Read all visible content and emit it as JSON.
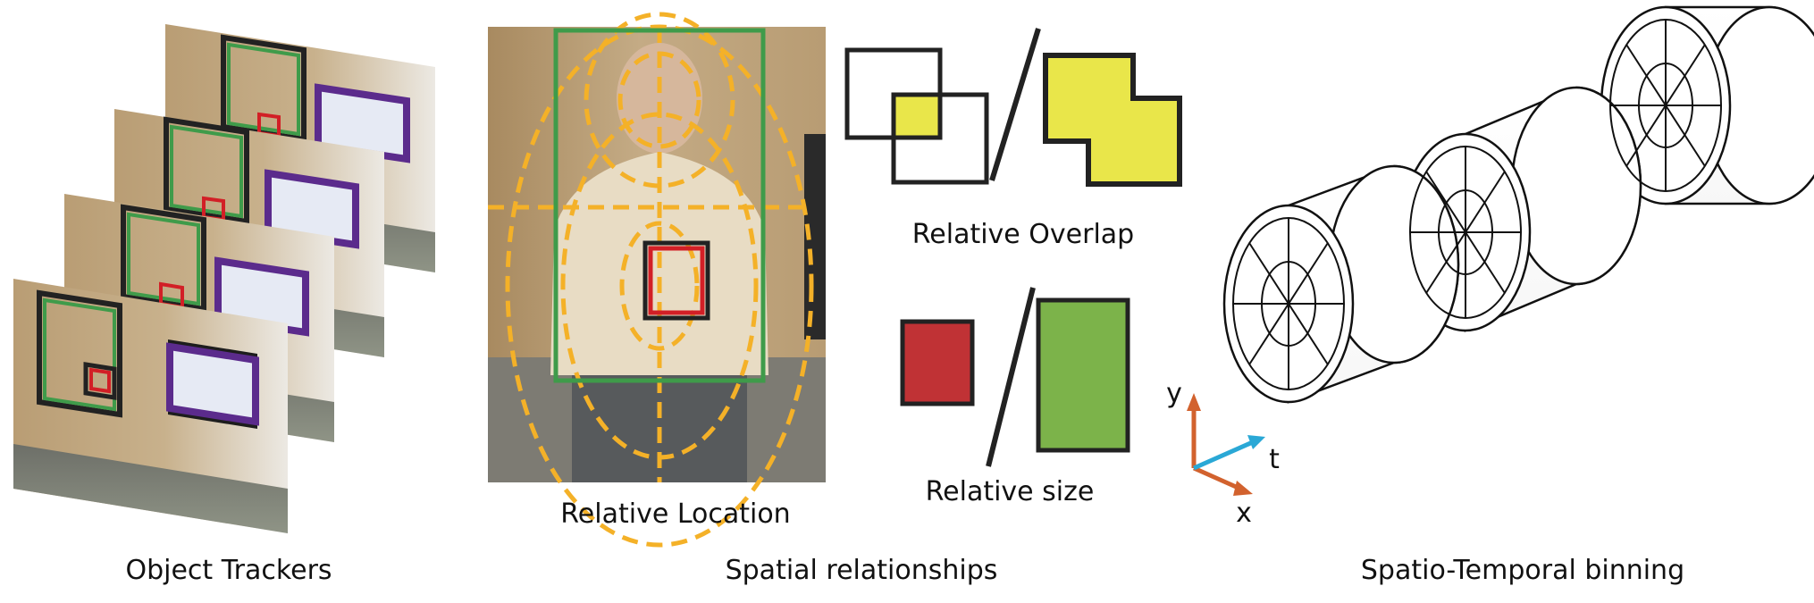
{
  "panels": {
    "trackers": {
      "caption": "Object Trackers"
    },
    "spatial": {
      "caption": "Spatial relationships",
      "location_label": "Relative Location",
      "overlap_label": "Relative Overlap",
      "size_label": "Relative size"
    },
    "binning": {
      "caption": "Spatio-Temporal binning"
    }
  },
  "axes": {
    "y": "y",
    "t": "t",
    "x": "x"
  },
  "colors": {
    "green_box": "#3f9b4a",
    "red_box": "#d21f26",
    "purple_box": "#5b2b8c",
    "dashed_orange": "#f4b128",
    "overlap_yellow": "#e9e64a",
    "size_red": "#c03235",
    "size_green": "#7cb34a",
    "axis_y_x": "#d2622e",
    "axis_t": "#2aa8d6"
  }
}
